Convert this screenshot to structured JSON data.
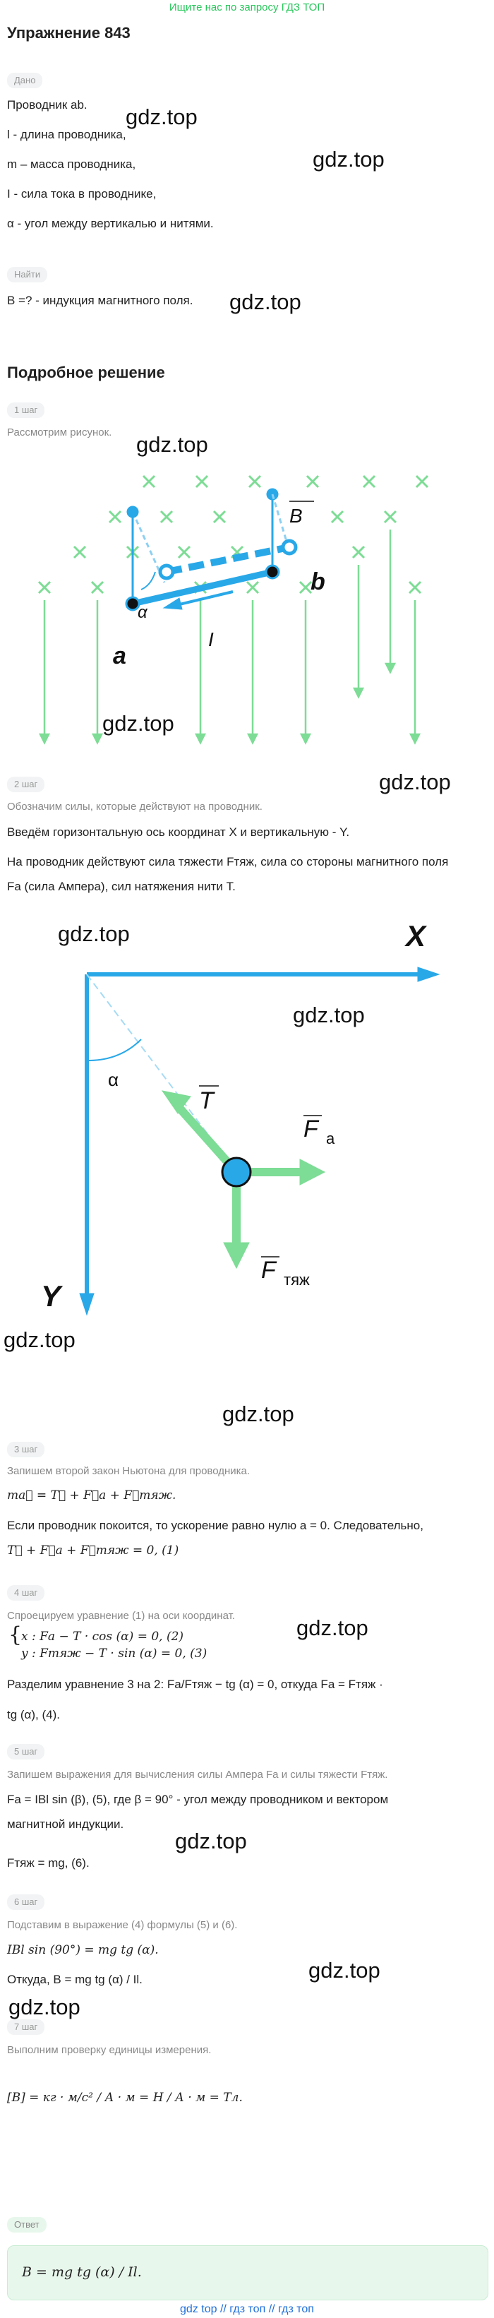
{
  "banner": "Ищите нас по запросу ГДЗ ТОП",
  "title": "Упражнение 843",
  "given_label": "Дано",
  "given": [
    "Проводник ab.",
    "l - длина проводника,",
    "m – масса проводника,",
    "I - сила тока в проводнике,",
    "α - угол между вертикалью и нитями."
  ],
  "find_label": "Найти",
  "find": "B =? - индукция магнитного поля.",
  "solution_title": "Подробное решение",
  "watermark": "gdz.top",
  "steps": {
    "s1_label": "1 шаг",
    "s1_text": "Рассмотрим рисунок.",
    "s2_label": "2 шаг",
    "s2_text": "Обозначим силы, которые действуют на проводник.",
    "s2_line1": "Введём горизонтальную ось координат X и вертикальную - Y.",
    "s2_line2": "На проводник действуют сила тяжести Fтяж, сила со стороны магнитного поля",
    "s2_line3": "Fа (сила Ампера), сил натяжения нити T.",
    "s3_label": "3 шаг",
    "s3_text": "Запишем второй закон Ньютона для проводника.",
    "s3_eq": "ma⃗ = T⃗ + F⃗а + F⃗тяж.",
    "s3_line": "Если проводник покоится, то ускорение равно нулю a = 0. Следовательно,",
    "s3_eq2": "T⃗ + F⃗а + F⃗тяж = 0, (1)",
    "s4_label": "4 шаг",
    "s4_text": "Спроецируем уравнение (1) на оси координат.",
    "s4_eq1": "x : Fа − T · cos (α) = 0, (2)",
    "s4_eq2": "y : Fтяж − T · sin (α) = 0, (3)",
    "s4_line1": "Разделим уравнение 3 на 2: Fа/Fтяж − tg (α) = 0, откуда Fа = Fтяж ·",
    "s4_line2": "tg (α), (4).",
    "s5_label": "5 шаг",
    "s5_text": "Запишем выражения для вычисления силы Ампера Fа и силы тяжести Fтяж.",
    "s5_line1": "Fа = IBl sin (β), (5), где β = 90° - угол между проводником и вектором",
    "s5_line2": "магнитной индукции.",
    "s5_line3": "Fтяж = mg, (6).",
    "s6_label": "6 шаг",
    "s6_text": "Подставим в выражение (4) формулы (5) и (6).",
    "s6_line1": "IBl sin (90°) = mg tg (α).",
    "s6_line2": "Откуда, B = mg tg (α) / Il.",
    "s7_label": "7 шаг",
    "s7_text": "Выполним проверку единицы измерения.",
    "s7_eq": "[B] = кг · м/с² / А · м = Н / А · м = Тл."
  },
  "answer_label": "Ответ",
  "answer": "B = mg tg (α) / Il.",
  "footer": "gdz top // гдз топ // гдз топ",
  "fig1": {
    "B": "B",
    "a": "a",
    "b": "b",
    "I": "I",
    "alpha": "α"
  },
  "fig2": {
    "X": "X",
    "Y": "Y",
    "T": "T",
    "Fa": "F",
    "Fa_sub": "а",
    "Ft": "F",
    "Ft_sub": "тяж",
    "alpha": "α"
  },
  "colors": {
    "blue": "#29a8e8",
    "green": "#7ddc95",
    "dark_blue": "#1e6fd9"
  }
}
